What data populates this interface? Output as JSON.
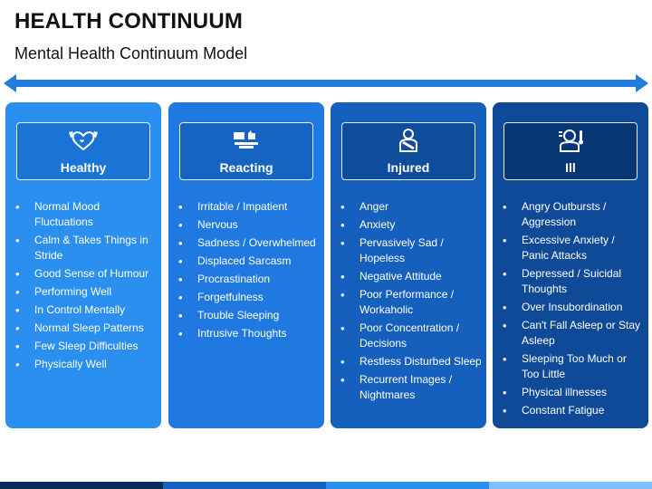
{
  "title": "HEALTH CONTINUUM",
  "subtitle": "Mental Health Continuum Model",
  "colors": {
    "arrow": "#1f7de0",
    "col1_bg": "#2b8ff0",
    "col1_header": "#1a74d6",
    "col2_bg": "#1f79e0",
    "col2_header": "#1663c2",
    "col3_bg": "#1660bd",
    "col3_header": "#0f4c9c",
    "col4_bg": "#0f4a98",
    "col4_header": "#093775"
  },
  "columns": [
    {
      "label": "Healthy",
      "icon": "muscle-heart-icon",
      "items": [
        "Normal Mood Fluctuations",
        "Calm & Takes Things in Stride",
        "Good Sense of Humour",
        "Performing Well",
        "In Control Mentally",
        "Normal Sleep Patterns",
        "Few Sleep Difficulties",
        "Physically Well"
      ]
    },
    {
      "label": "Reacting",
      "icon": "thumbs-icon",
      "items": [
        "Irritable / Impatient",
        "Nervous",
        "Sadness / Overwhelmed",
        "Displaced Sarcasm",
        "Procrastination",
        "Forgetfulness",
        "Trouble Sleeping",
        "Intrusive Thoughts"
      ]
    },
    {
      "label": "Injured",
      "icon": "injured-person-icon",
      "items": [
        "Anger",
        "Anxiety",
        "Pervasively Sad / Hopeless",
        "Negative Attitude",
        "Poor Performance / Workaholic",
        "Poor Concentration / Decisions",
        "Restless Disturbed Sleep",
        "Recurrent Images / Nightmares"
      ]
    },
    {
      "label": "Ill",
      "icon": "sick-person-icon",
      "items": [
        "Angry Outbursts / Aggression",
        "Excessive Anxiety / Panic Attacks",
        "Depressed / Suicidal Thoughts",
        "Over Insubordination",
        "Can't Fall Asleep or Stay Asleep",
        "Sleeping Too Much or Too Little",
        "Physical illnesses",
        "Constant Fatigue"
      ]
    }
  ]
}
